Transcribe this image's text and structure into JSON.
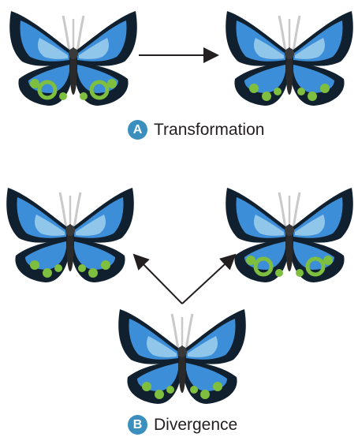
{
  "colors": {
    "badge": "#3a8fbf",
    "wing_blue": "#3d8ed8",
    "wing_dark": "#10202e",
    "wing_green": "#7fbf3f",
    "arrow": "#231f20"
  },
  "panel_a": {
    "badge": "A",
    "label": "Transformation",
    "left_butterfly": "butterfly with green ringed spots",
    "right_butterfly": "butterfly without rings"
  },
  "panel_b": {
    "badge": "B",
    "label": "Divergence",
    "top_left_butterfly": "butterfly without rings",
    "top_right_butterfly": "butterfly with green ringed spots",
    "bottom_butterfly": "ancestral butterfly"
  }
}
